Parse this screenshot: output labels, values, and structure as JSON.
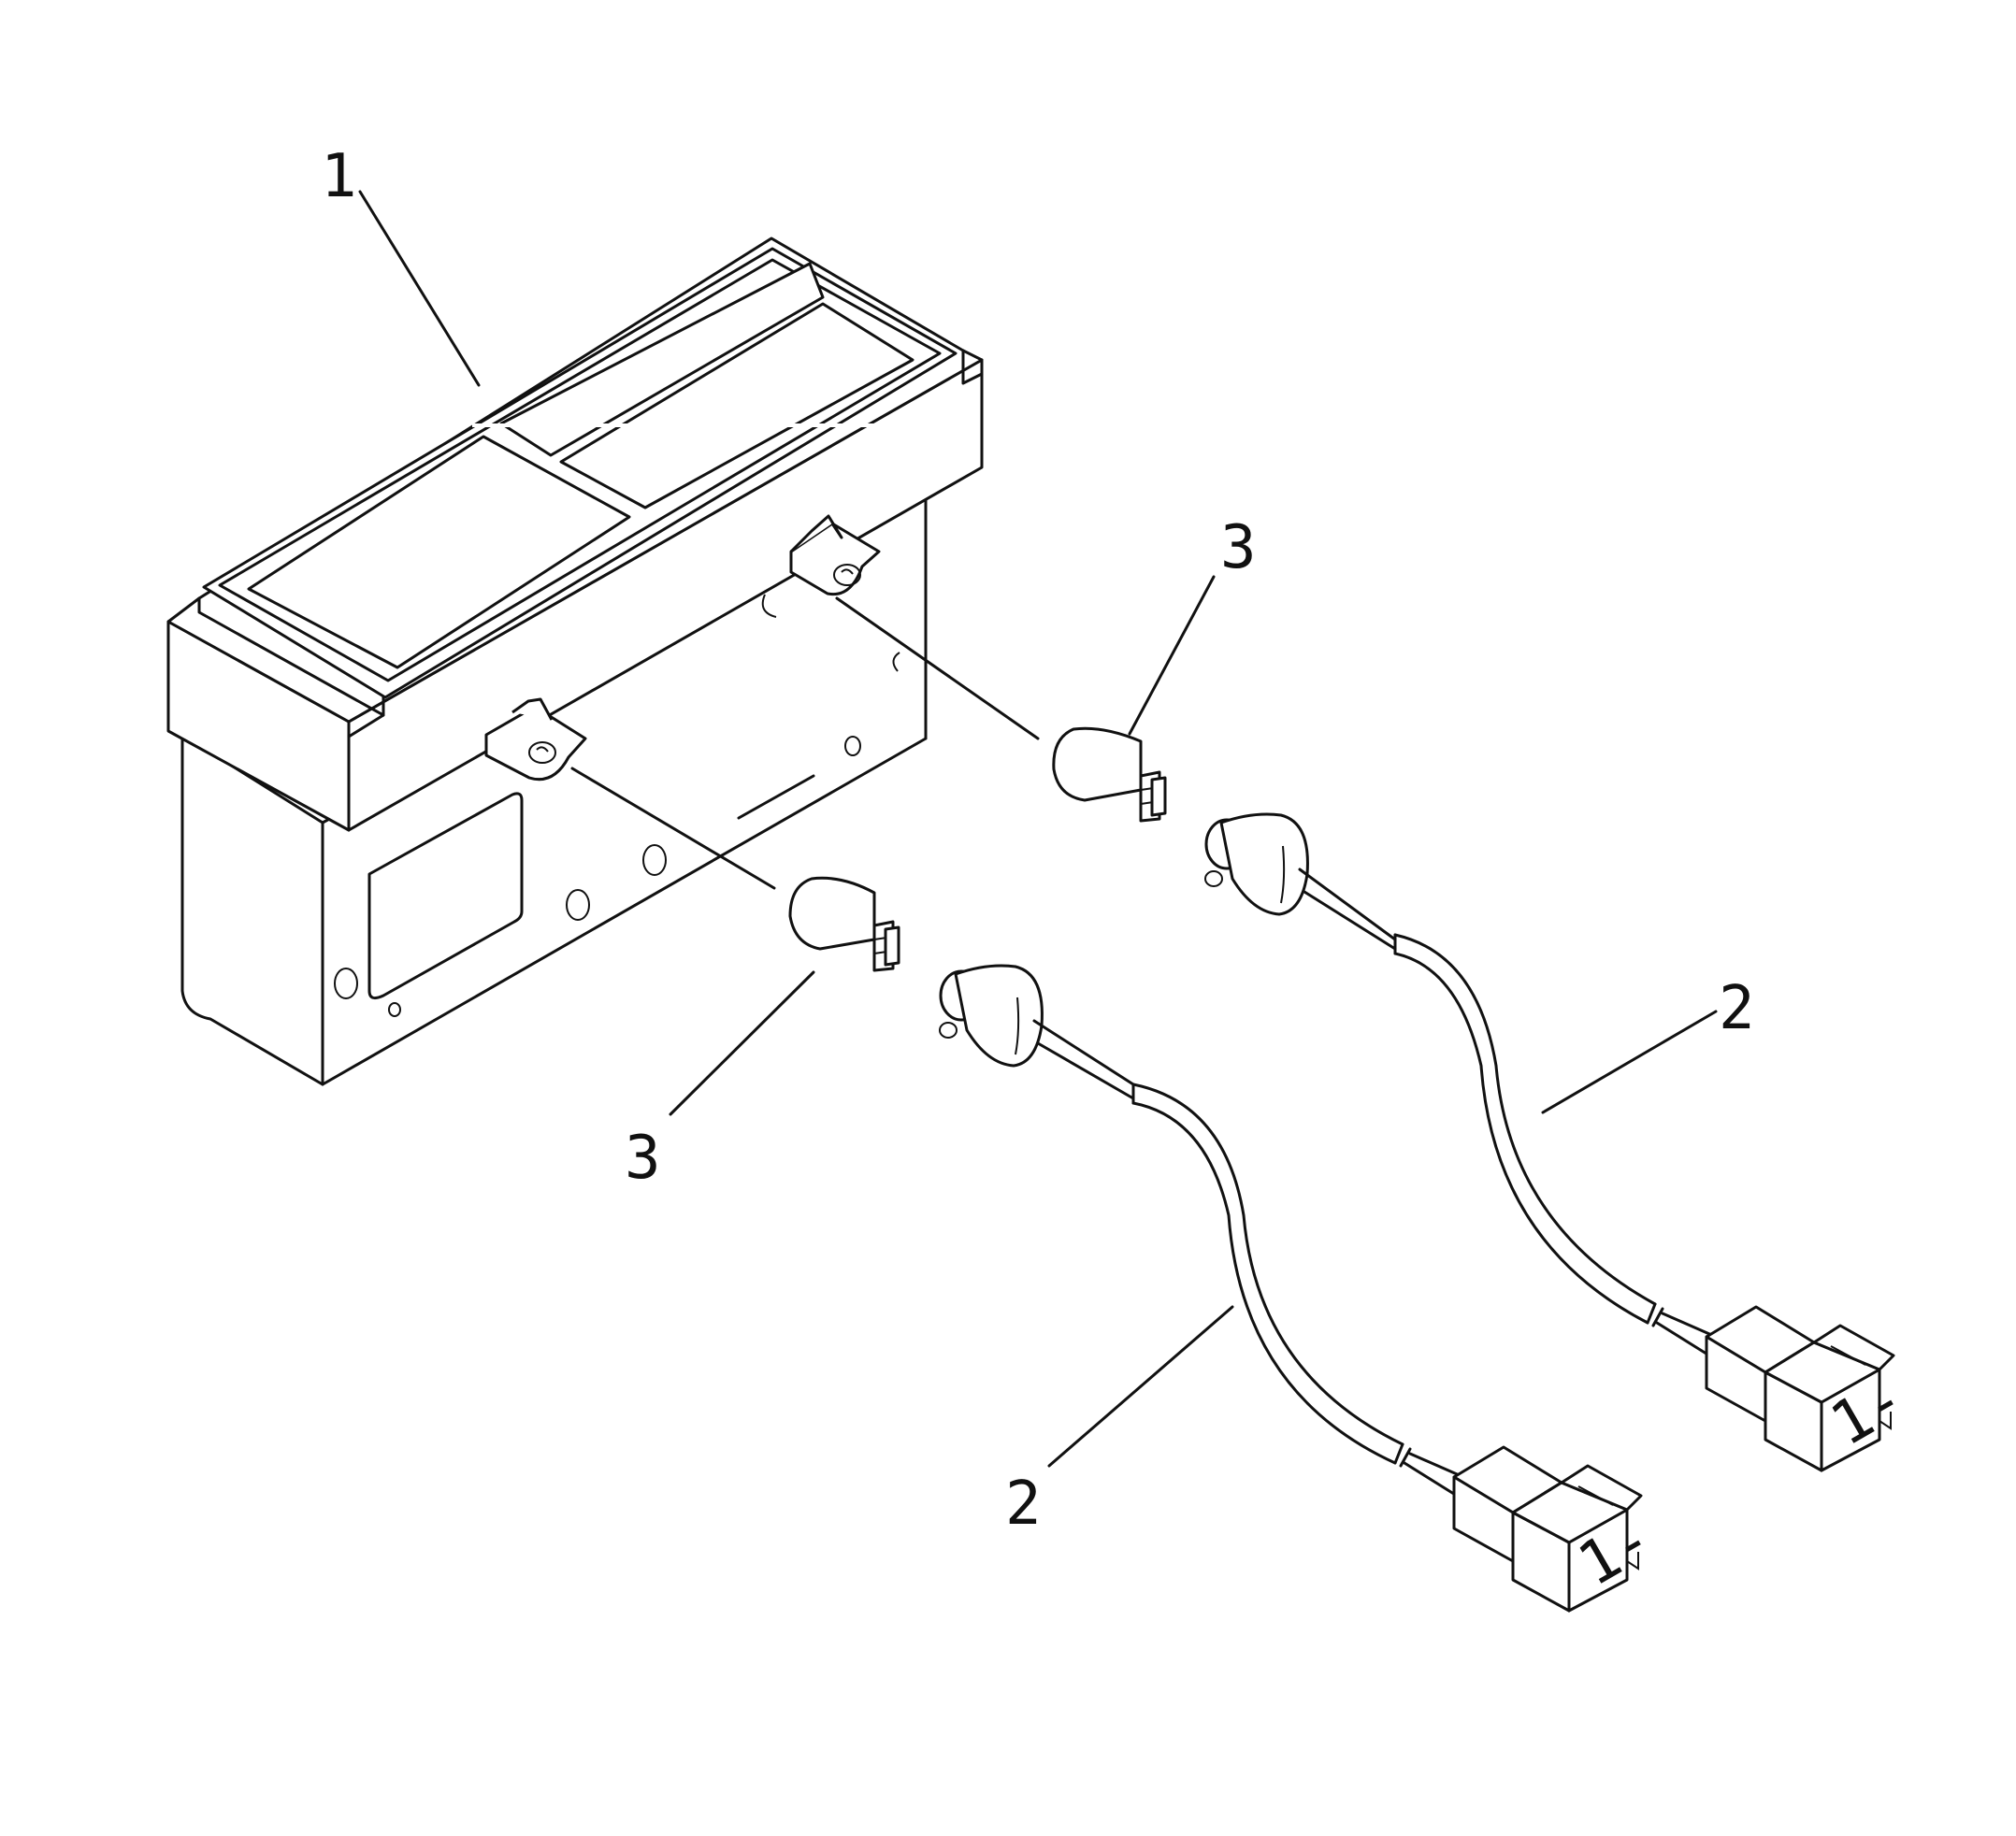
{
  "callouts": {
    "housing": "1",
    "harness_upper": "2",
    "harness_lower": "2",
    "bulb_upper": "3",
    "bulb_lower": "3"
  },
  "connector_mark": "1-",
  "colors": {
    "line": "#111111",
    "background": "#ffffff"
  }
}
